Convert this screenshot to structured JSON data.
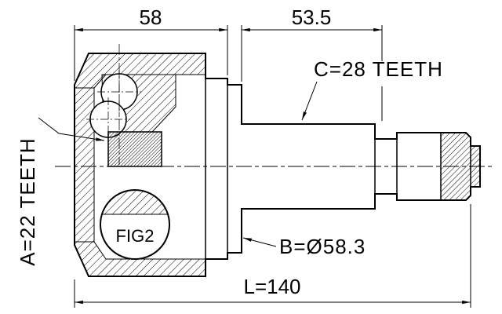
{
  "labels": {
    "dim_58": "58",
    "dim_53_5": "53.5",
    "teeth_c": "C=28 TEETH",
    "teeth_a": "A=22 TEETH",
    "fig": "FIG2",
    "diameter_b": "B=Ø58.3",
    "length_l": "L=140"
  },
  "colors": {
    "line": "#000000",
    "background": "#ffffff"
  }
}
